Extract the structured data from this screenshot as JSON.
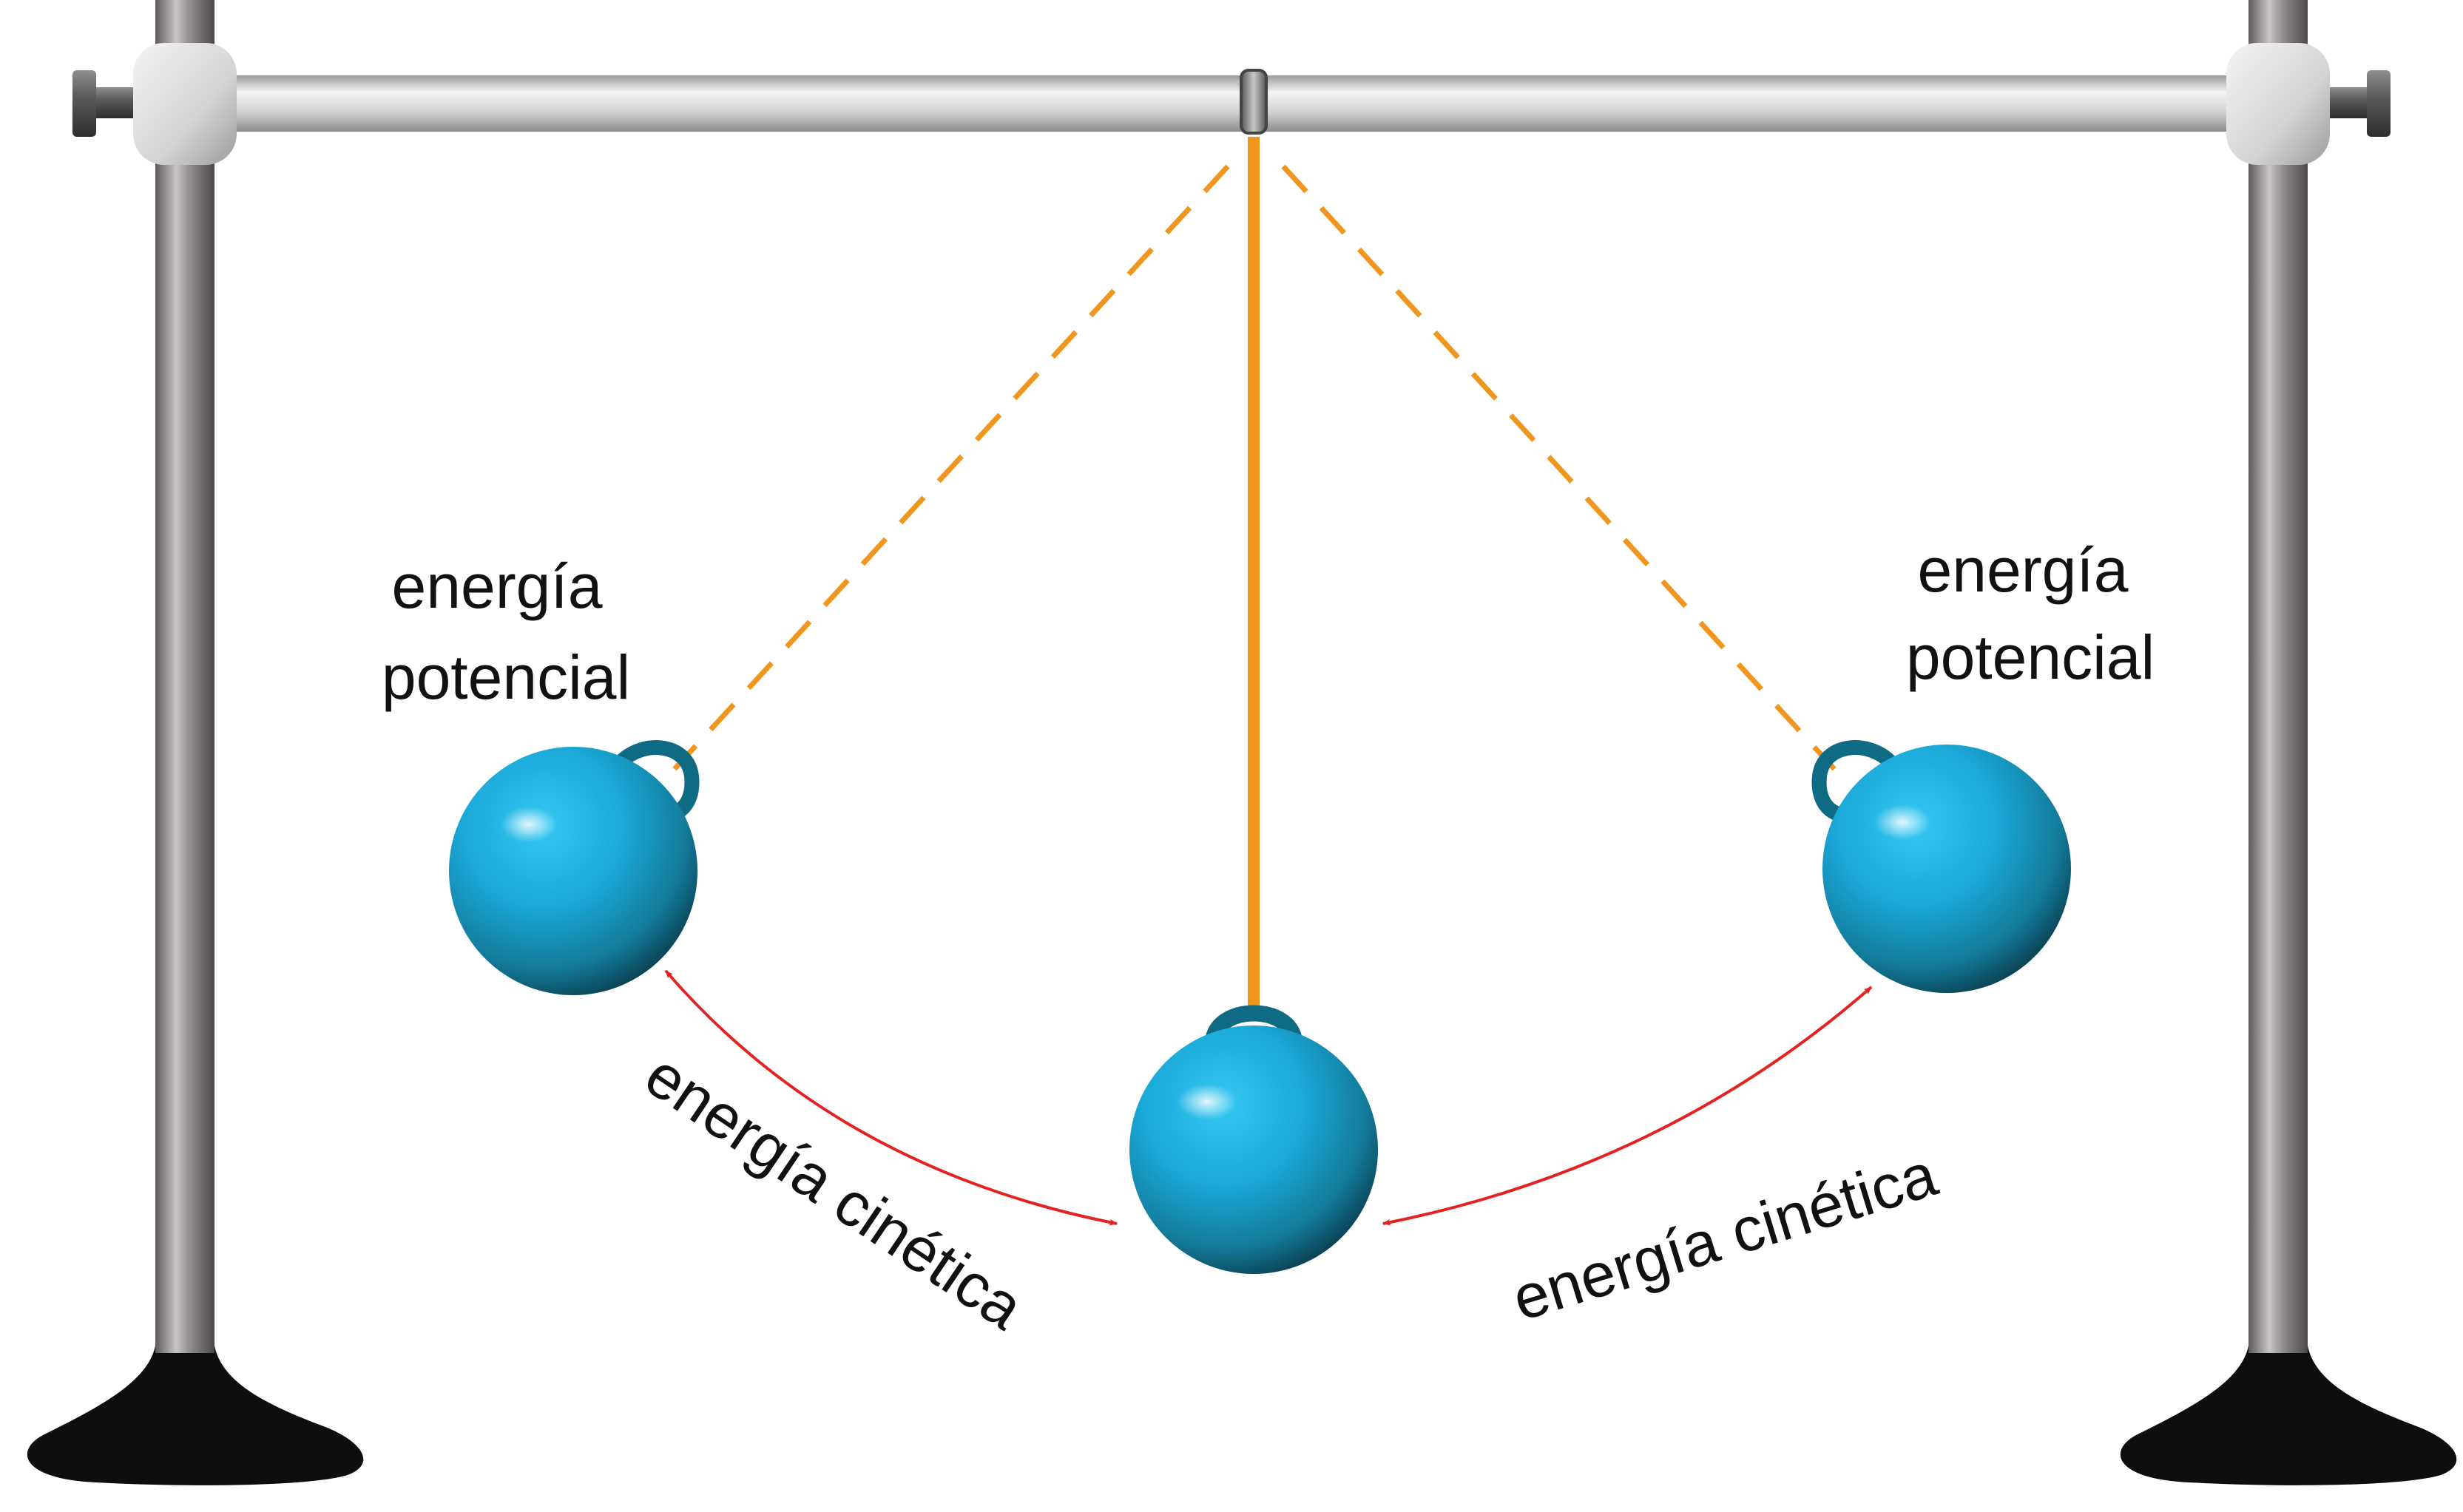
{
  "diagram": {
    "labels": {
      "potential_left": [
        "energía",
        "potencial"
      ],
      "potential_right": [
        "energía",
        "potencial"
      ],
      "kinetic_left": "energía cinética",
      "kinetic_right": "energía cinética"
    },
    "colors": {
      "string": "#f0961e",
      "arrow": "#e32222",
      "bob": "#1ab6e6",
      "bob_dark": "#0a4a5e",
      "pole": "#8a8a8a",
      "bar": "#d6d6d6",
      "base": "#0e0e0e"
    }
  }
}
